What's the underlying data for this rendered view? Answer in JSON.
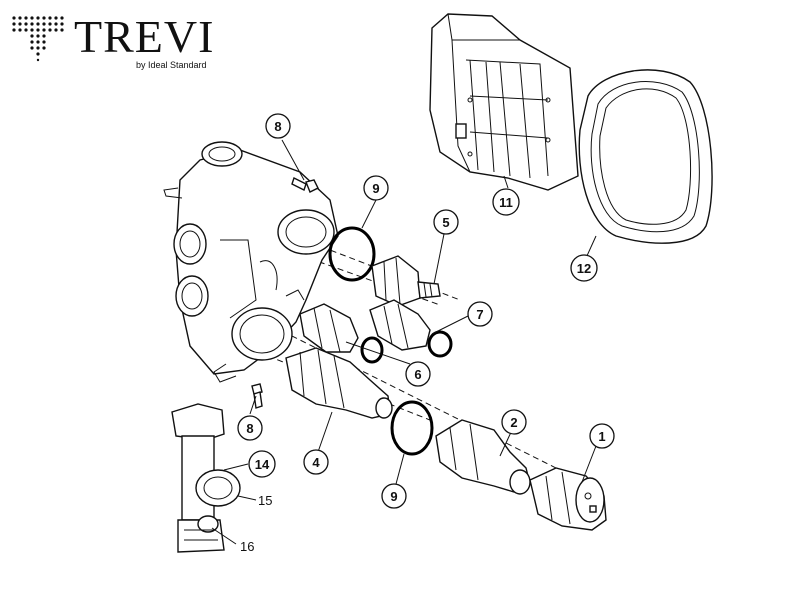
{
  "brand": {
    "name": "TREVI",
    "tagline": "by Ideal Standard"
  },
  "callouts": [
    {
      "id": "c1",
      "label": "1"
    },
    {
      "id": "c2",
      "label": "2"
    },
    {
      "id": "c4",
      "label": "4"
    },
    {
      "id": "c5",
      "label": "5"
    },
    {
      "id": "c6",
      "label": "6"
    },
    {
      "id": "c7",
      "label": "7"
    },
    {
      "id": "c8a",
      "label": "8"
    },
    {
      "id": "c8b",
      "label": "8"
    },
    {
      "id": "c9a",
      "label": "9"
    },
    {
      "id": "c9b",
      "label": "9"
    },
    {
      "id": "c11",
      "label": "11"
    },
    {
      "id": "c12",
      "label": "12"
    },
    {
      "id": "c14",
      "label": "14"
    }
  ],
  "plain_labels": [
    {
      "id": "l15",
      "label": "15"
    },
    {
      "id": "l16",
      "label": "16"
    }
  ]
}
